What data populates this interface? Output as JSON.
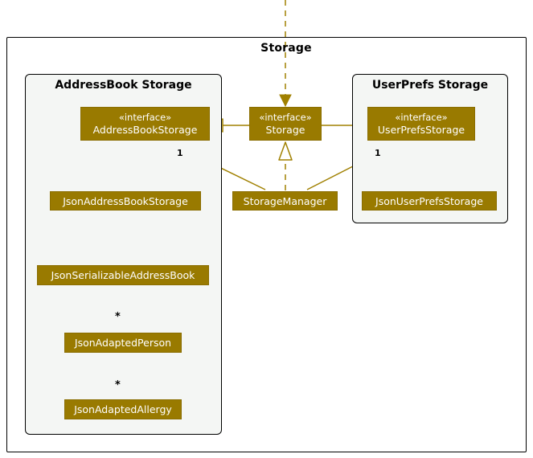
{
  "diagram": {
    "title": "Storage",
    "line_color": "#A08000",
    "node_fill": "#997A00",
    "node_text": "#FFFFFF",
    "package_fill": "#F4F6F4",
    "frame_border": "#000000",
    "canvas_background": "#FFFFFF"
  },
  "packages": [
    {
      "id": "addressbook-storage",
      "title": "AddressBook Storage"
    },
    {
      "id": "userprefs-storage",
      "title": "UserPrefs Storage"
    }
  ],
  "nodes": [
    {
      "id": "address-book-storage",
      "stereotype": "«interface»",
      "name": "AddressBookStorage",
      "kind": "interface"
    },
    {
      "id": "storage",
      "stereotype": "«interface»",
      "name": "Storage",
      "kind": "interface"
    },
    {
      "id": "user-prefs-storage",
      "stereotype": "«interface»",
      "name": "UserPrefsStorage",
      "kind": "interface"
    },
    {
      "id": "json-address-book-storage",
      "stereotype": "",
      "name": "JsonAddressBookStorage",
      "kind": "class"
    },
    {
      "id": "storage-manager",
      "stereotype": "",
      "name": "StorageManager",
      "kind": "class"
    },
    {
      "id": "json-user-prefs-storage",
      "stereotype": "",
      "name": "JsonUserPrefsStorage",
      "kind": "class"
    },
    {
      "id": "json-serializable-address-book",
      "stereotype": "",
      "name": "JsonSerializableAddressBook",
      "kind": "class"
    },
    {
      "id": "json-adapted-person",
      "stereotype": "",
      "name": "JsonAdaptedPerson",
      "kind": "class"
    },
    {
      "id": "json-adapted-allergy",
      "stereotype": "",
      "name": "JsonAdaptedAllergy",
      "kind": "class"
    }
  ],
  "relationships": [
    {
      "id": "storage-extends-addressbookstorage",
      "from": "Storage",
      "to": "AddressBookStorage",
      "type": "generalization",
      "label": ""
    },
    {
      "id": "storage-extends-userprefsstorage",
      "from": "Storage",
      "to": "UserPrefsStorage",
      "type": "generalization",
      "label": ""
    },
    {
      "id": "jsonaddressbookstorage-implements",
      "from": "JsonAddressBookStorage",
      "to": "AddressBookStorage",
      "type": "realization",
      "label": ""
    },
    {
      "id": "jsonuserprefsstorage-implements",
      "from": "JsonUserPrefsStorage",
      "to": "UserPrefsStorage",
      "type": "realization",
      "label": ""
    },
    {
      "id": "storagemanager-implements-storage",
      "from": "StorageManager",
      "to": "Storage",
      "type": "realization",
      "label": ""
    },
    {
      "id": "storagemanager-uses-addressbookstorage",
      "from": "StorageManager",
      "to": "AddressBookStorage",
      "type": "association",
      "label": "1"
    },
    {
      "id": "storagemanager-uses-userprefsstorage",
      "from": "StorageManager",
      "to": "UserPrefsStorage",
      "type": "association",
      "label": "1"
    },
    {
      "id": "jsonaddressbookstorage-uses-serializable",
      "from": "JsonAddressBookStorage",
      "to": "JsonSerializableAddressBook",
      "type": "dependency",
      "label": ""
    },
    {
      "id": "serializable-has-persons",
      "from": "JsonSerializableAddressBook",
      "to": "JsonAdaptedPerson",
      "type": "composition",
      "label": "*"
    },
    {
      "id": "person-has-allergies",
      "from": "JsonAdaptedPerson",
      "to": "JsonAdaptedAllergy",
      "type": "composition",
      "label": "*"
    },
    {
      "id": "external-into-storage",
      "from": "",
      "to": "Storage",
      "type": "dependency",
      "label": ""
    }
  ],
  "labels": {
    "mult_addressbook": "1",
    "mult_userprefs": "1",
    "star_persons": "*",
    "star_allergies": "*"
  }
}
